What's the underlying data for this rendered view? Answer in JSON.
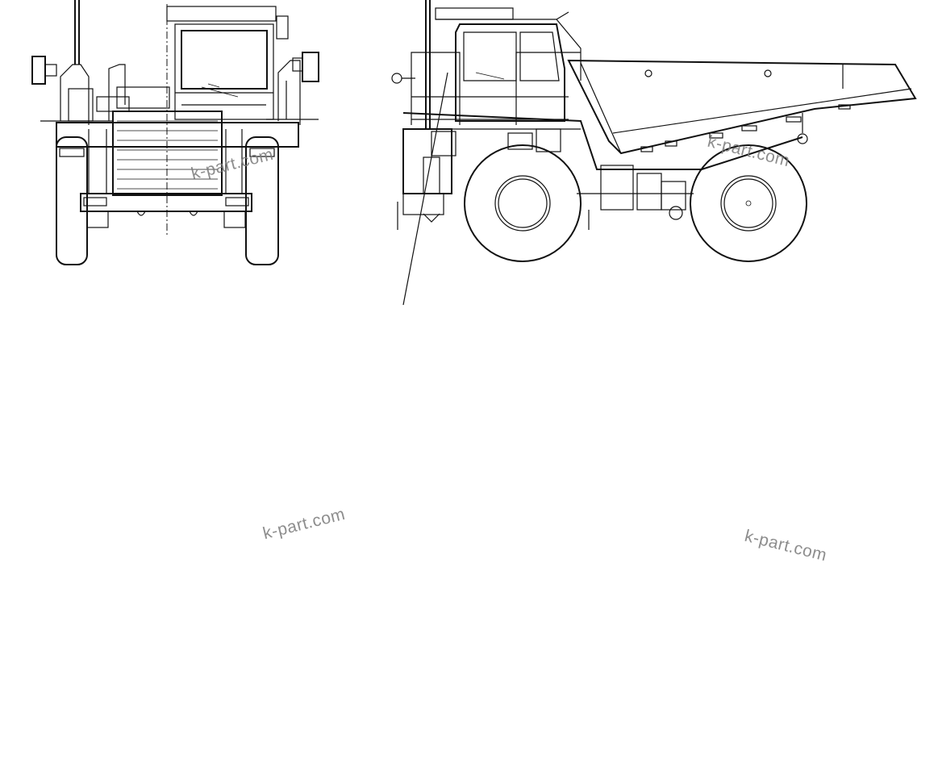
{
  "watermarks": [
    {
      "text": "k-part.com"
    },
    {
      "text": "k-part.com"
    },
    {
      "text": "k-part.com"
    },
    {
      "text": "k-part.com"
    }
  ],
  "views": {
    "front": "front view",
    "side": "side view"
  }
}
